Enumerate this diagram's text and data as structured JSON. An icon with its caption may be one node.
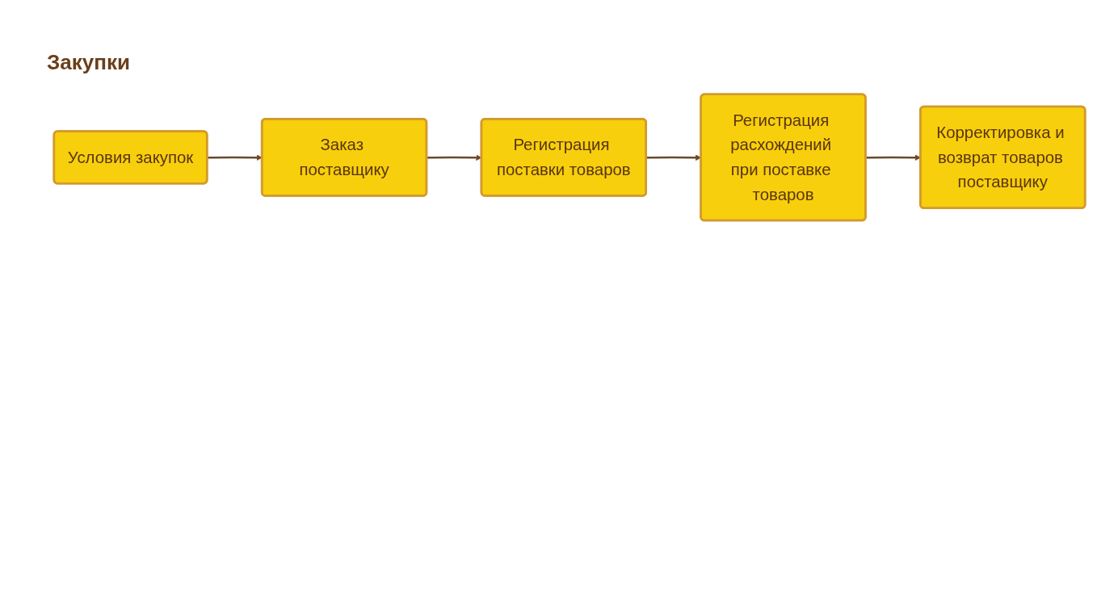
{
  "diagram": {
    "title": "Закупки",
    "nodes": [
      {
        "text": [
          "Условия закупок"
        ]
      },
      {
        "text": [
          "Заказ поставщику"
        ]
      },
      {
        "text": [
          "Регистрация поставки товаров"
        ]
      },
      {
        "text": [
          "Регистрация расхождений при поставке товаров"
        ]
      },
      {
        "text": [
          "Корректировка и возврат товаров поставщику"
        ]
      }
    ],
    "edges": [
      {
        "from": 0,
        "to": 1,
        "arrow": "to"
      },
      {
        "from": 1,
        "to": 2,
        "arrow": "to"
      },
      {
        "from": 2,
        "to": 3,
        "arrow": "to"
      },
      {
        "from": 3,
        "to": 4,
        "arrow": "to"
      }
    ]
  }
}
